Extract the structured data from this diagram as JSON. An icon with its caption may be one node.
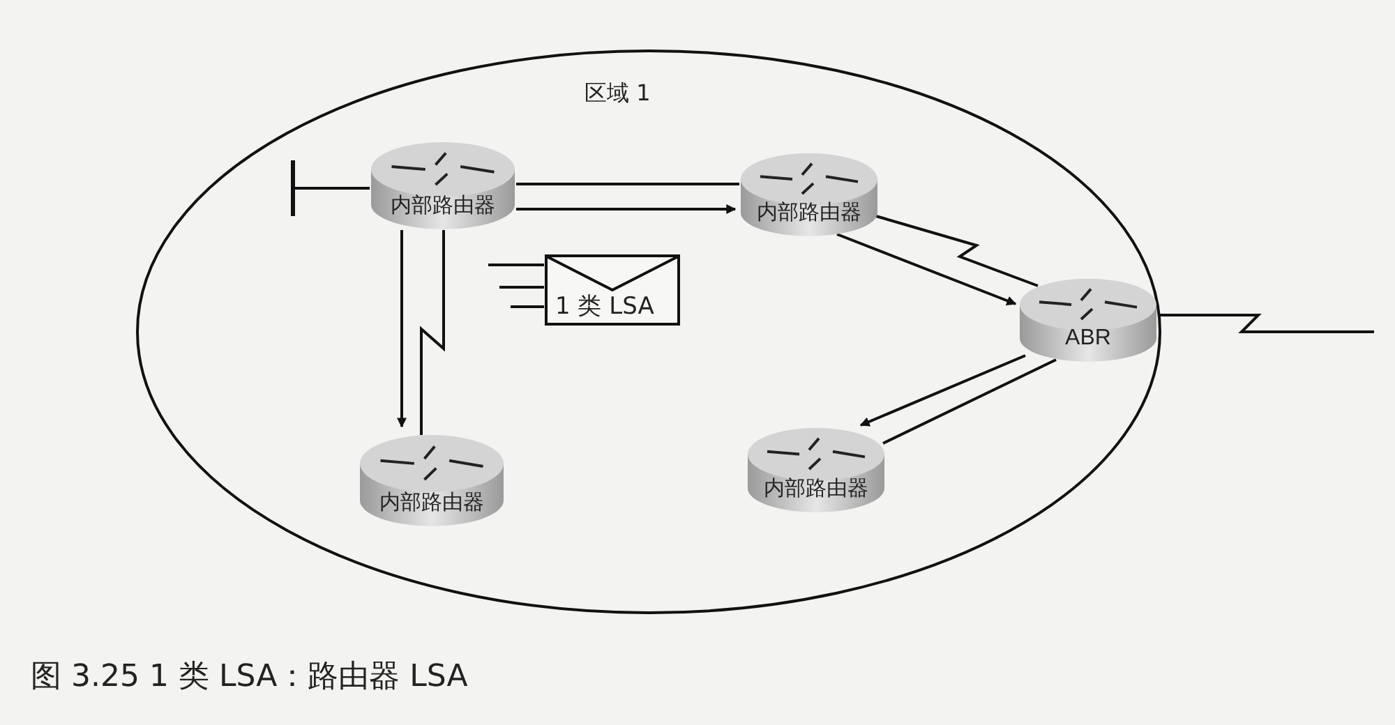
{
  "diagram": {
    "caption": "图 3.25 1 类 LSA：路由器 LSA",
    "nodes": [
      {
        "text": [
          "区域 1"
        ]
      },
      {
        "text": [
          "内部路由器"
        ],
        "in": 0
      },
      {
        "text": [
          "内部路由器"
        ],
        "in": 0
      },
      {
        "text": [
          "1 类 LSA"
        ],
        "in": 0
      },
      {
        "text": [
          "ABR"
        ],
        "in": 0
      },
      {
        "text": [
          "内部路由器"
        ],
        "in": 0
      },
      {
        "text": [
          "内部路由器"
        ],
        "in": 0
      }
    ],
    "edges": [
      {
        "from": 1,
        "to": 2,
        "arrow": "none"
      },
      {
        "from": 1,
        "to": 2,
        "arrow": "to"
      },
      {
        "from": 2,
        "to": 4,
        "arrow": "none"
      },
      {
        "from": 2,
        "to": 4,
        "arrow": "to"
      },
      {
        "from": 1,
        "to": 5,
        "arrow": "to"
      },
      {
        "from": 1,
        "to": 5,
        "arrow": "none"
      },
      {
        "from": 4,
        "to": 6,
        "arrow": "to"
      },
      {
        "from": 4,
        "to": 6,
        "arrow": "none"
      },
      {
        "from": 1,
        "to": null,
        "arrow": "other"
      },
      {
        "from": 4,
        "to": null,
        "arrow": "none"
      }
    ]
  }
}
